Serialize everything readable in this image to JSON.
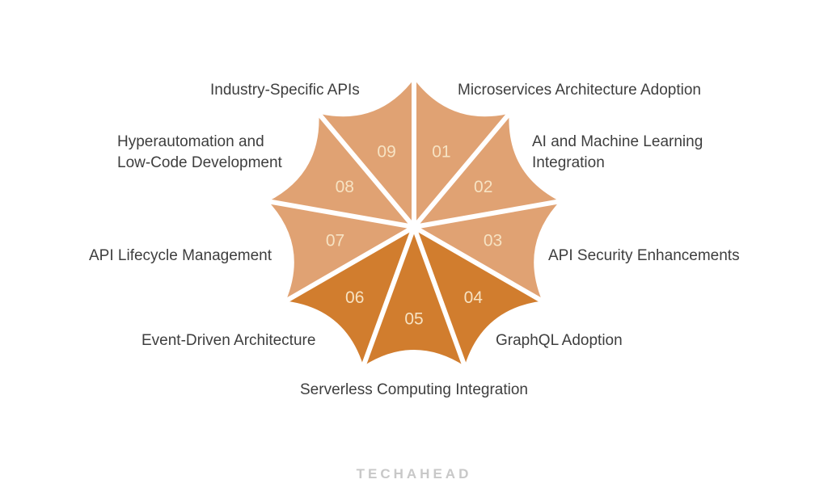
{
  "diagram": {
    "colors": {
      "light": "#e0a273",
      "dark": "#d17d2e",
      "number": "#f7e3c3",
      "divider": "#ffffff",
      "label_text": "#3e3e3e"
    },
    "segments": [
      {
        "number": "01",
        "shade": "light",
        "label": "Microservices Architecture Adoption"
      },
      {
        "number": "02",
        "shade": "light",
        "label": "AI and Machine Learning Integration"
      },
      {
        "number": "03",
        "shade": "light",
        "label": "API Security Enhancements"
      },
      {
        "number": "04",
        "shade": "dark",
        "label": "GraphQL Adoption"
      },
      {
        "number": "05",
        "shade": "dark",
        "label": "Serverless Computing Integration"
      },
      {
        "number": "06",
        "shade": "dark",
        "label": "Event-Driven Architecture"
      },
      {
        "number": "07",
        "shade": "light",
        "label": "API Lifecycle Management"
      },
      {
        "number": "08",
        "shade": "light",
        "label": "Hyperautomation and Low-Code Development"
      },
      {
        "number": "09",
        "shade": "light",
        "label": "Industry-Specific APIs"
      }
    ]
  },
  "footer": {
    "logo_text": "TECHAHEAD"
  }
}
